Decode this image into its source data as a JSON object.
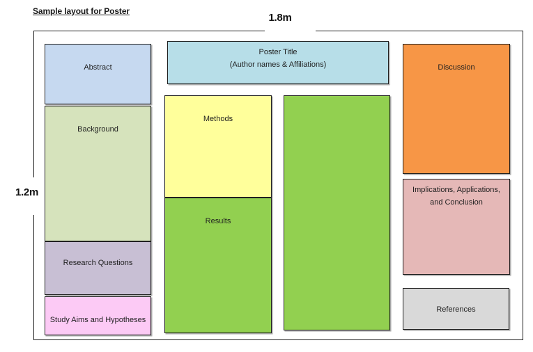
{
  "page": {
    "heading": "Sample layout for Poster"
  },
  "dimensions": {
    "width_label": "1.8m",
    "height_label": "1.2m"
  },
  "poster": {
    "boxes": {
      "abstract": {
        "label": "Abstract",
        "color": "#c6d9f0"
      },
      "background": {
        "label": "Background",
        "color": "#d6e3bc"
      },
      "research_questions": {
        "label": "Research Questions",
        "color": "#c8bfd4"
      },
      "study_aims": {
        "label": "Study Aims and Hypotheses",
        "color": "#fccaf5"
      },
      "poster_title": {
        "line1": "Poster Title",
        "line2": "(Author names & Affiliations)",
        "color": "#b7dee8"
      },
      "methods": {
        "label": "Methods",
        "color": "#ffff9b"
      },
      "results": {
        "label": "Results",
        "color": "#92d050"
      },
      "content_placeholder": {
        "label": "",
        "color": "#92d050"
      },
      "discussion": {
        "label": "Discussion",
        "color": "#f79646"
      },
      "implications": {
        "line1": "Implications, Applications,",
        "line2": "and Conclusion",
        "color": "#e5b8b7"
      },
      "references": {
        "label": "References",
        "color": "#d9d9d9"
      }
    }
  }
}
